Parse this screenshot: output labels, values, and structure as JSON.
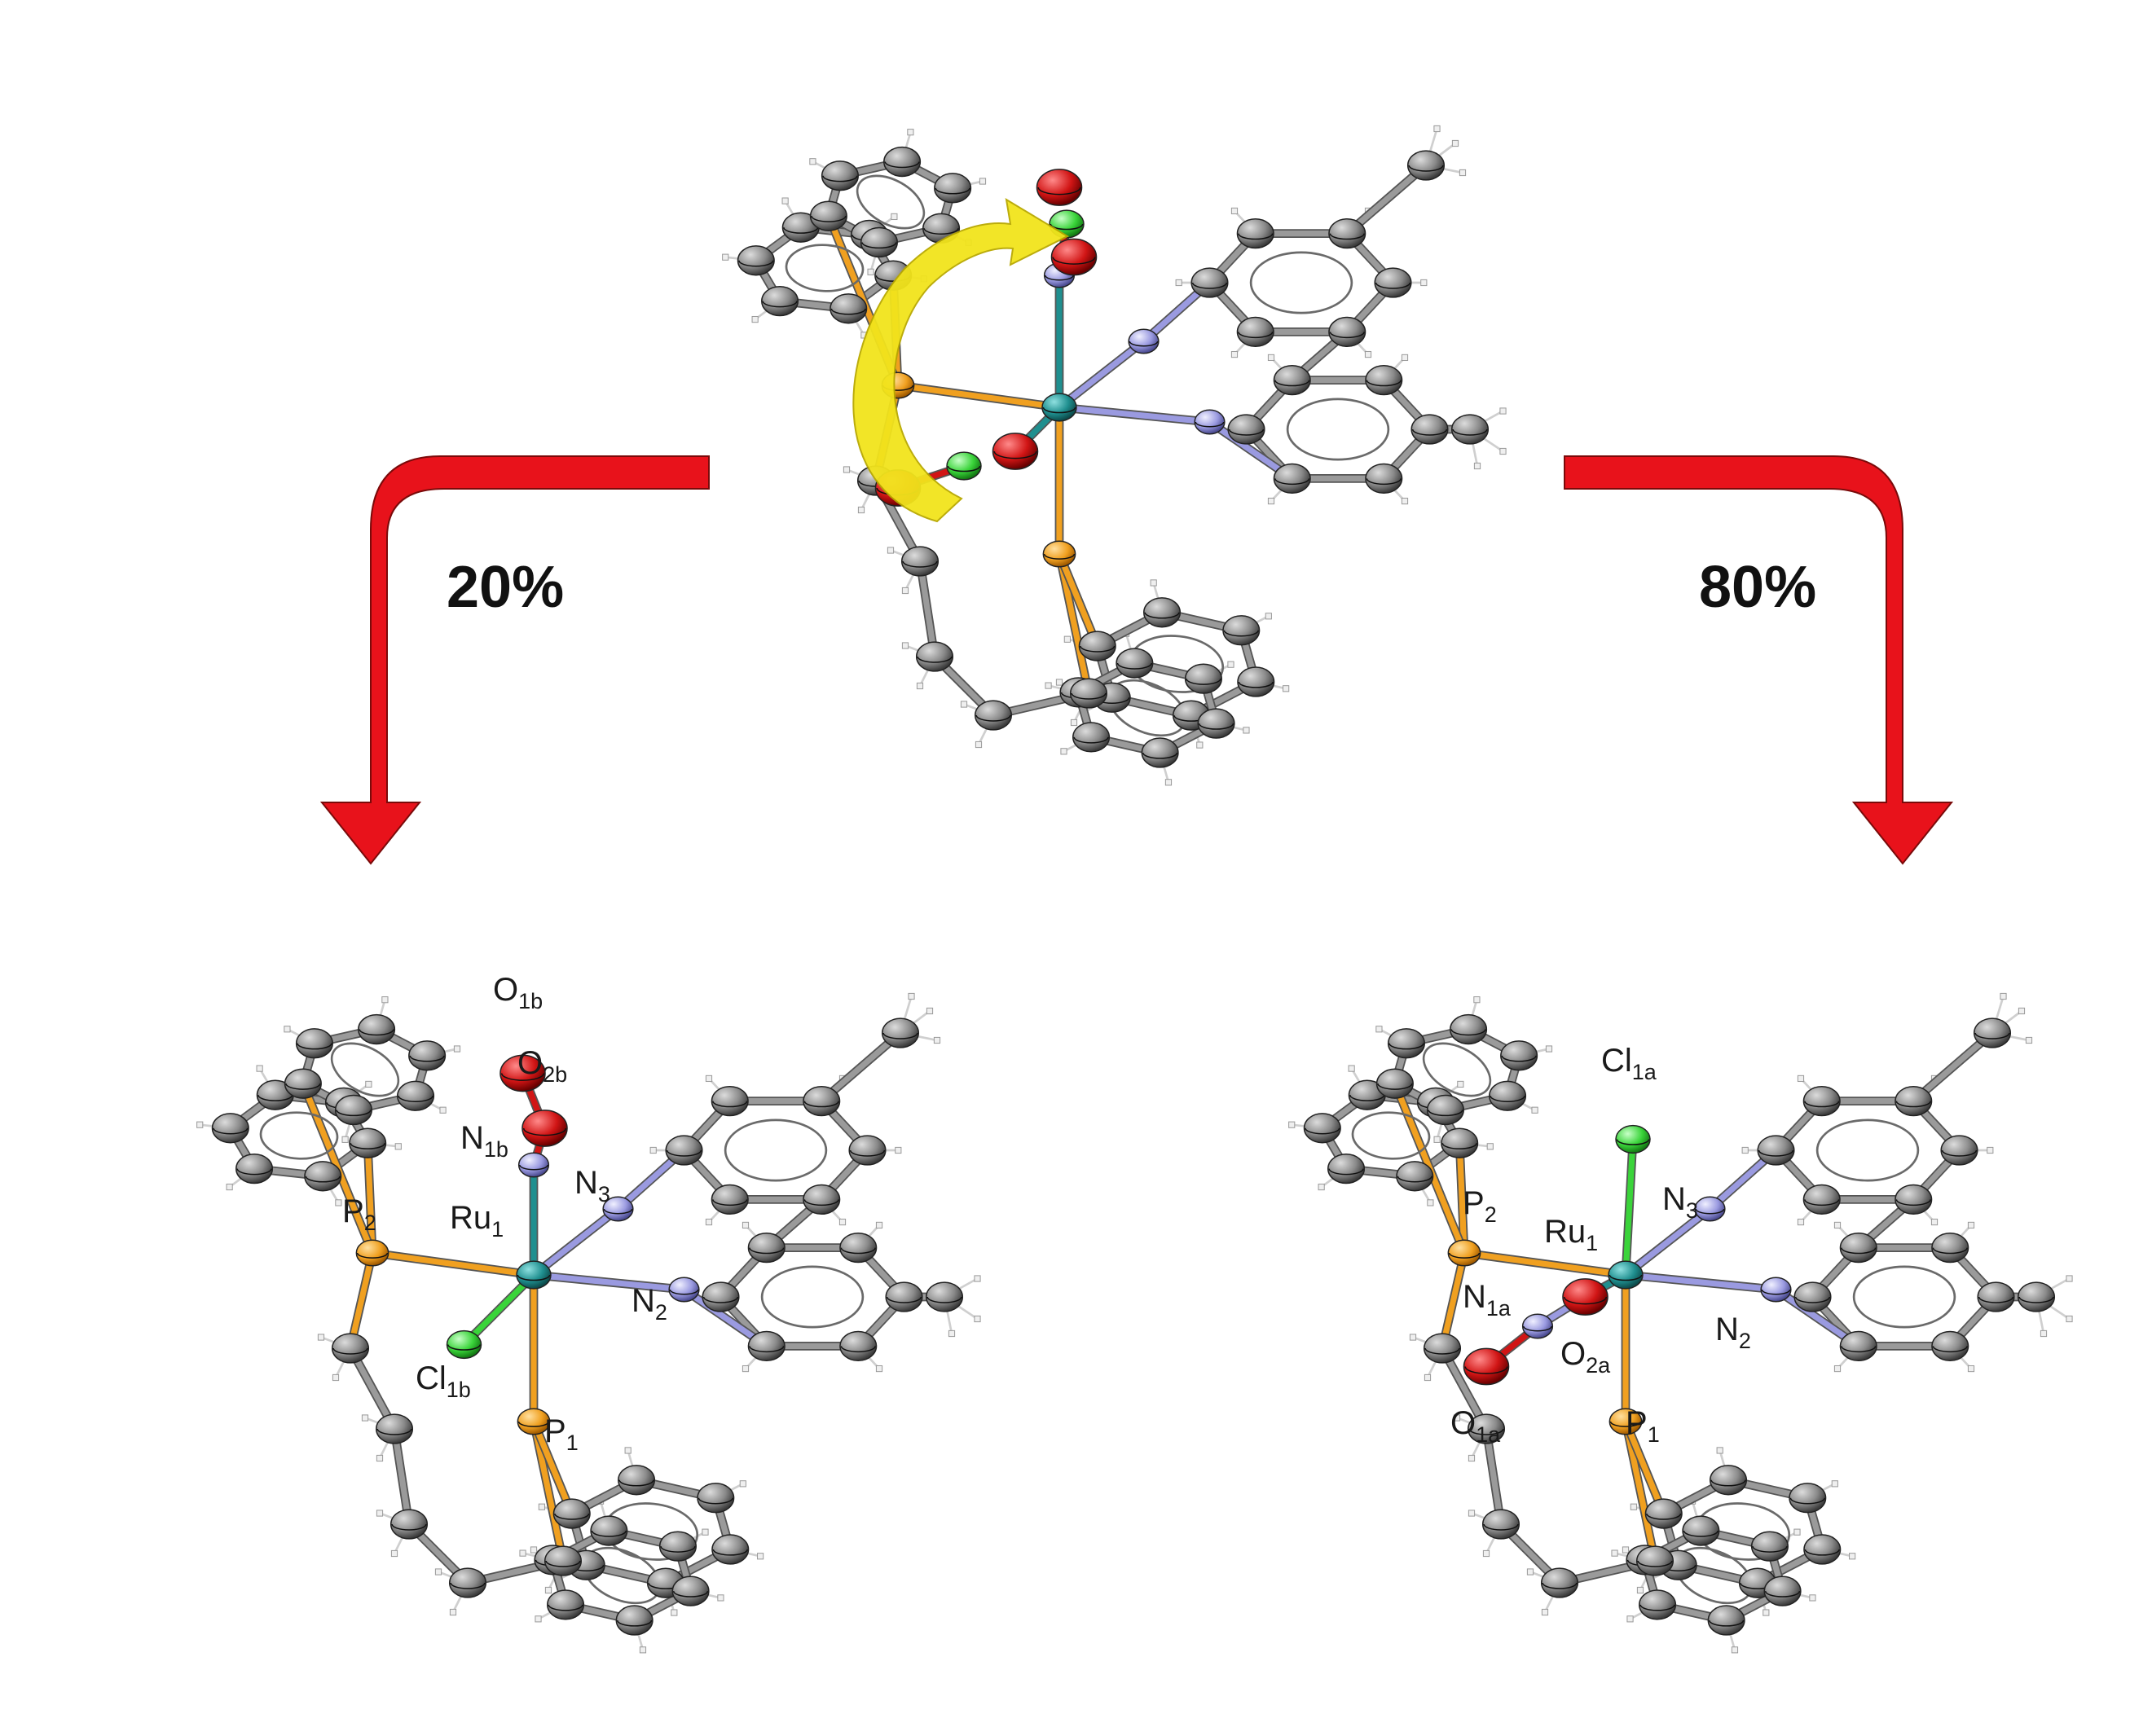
{
  "figure": {
    "yields": {
      "left": "20%",
      "right": "80%"
    },
    "structure_b_labels": {
      "o1": {
        "base": "O",
        "sub": "1b"
      },
      "o2": {
        "base": "O",
        "sub": "2b"
      },
      "n1": {
        "base": "N",
        "sub": "1b"
      },
      "n3": {
        "base": "N",
        "sub": "3"
      },
      "n2": {
        "base": "N",
        "sub": "2"
      },
      "p2": {
        "base": "P",
        "sub": "2"
      },
      "ru": {
        "base": "Ru",
        "sub": "1"
      },
      "cl": {
        "base": "Cl",
        "sub": "1b"
      },
      "p1": {
        "base": "P",
        "sub": "1"
      }
    },
    "structure_a_labels": {
      "cl": {
        "base": "Cl",
        "sub": "1a"
      },
      "n3": {
        "base": "N",
        "sub": "3"
      },
      "p2": {
        "base": "P",
        "sub": "2"
      },
      "ru": {
        "base": "Ru",
        "sub": "1"
      },
      "n1": {
        "base": "N",
        "sub": "1a"
      },
      "n2": {
        "base": "N",
        "sub": "2"
      },
      "o2": {
        "base": "O",
        "sub": "2a"
      },
      "p1": {
        "base": "P",
        "sub": "1"
      },
      "o1": {
        "base": "O",
        "sub": "1a"
      }
    },
    "colors": {
      "arrow_red": "#e8121b",
      "arrow_yellow": "#f2e41c",
      "carbon": "#8a8a8a",
      "ruthenium": "#1f8f8f",
      "phosphorus": "#f0a020",
      "nitrogen": "#9a9ae0",
      "oxygen": "#d11515",
      "chlorine": "#3ad43a",
      "hydrogen": "#e6e6e6",
      "bond": "#9a9a9a"
    }
  }
}
